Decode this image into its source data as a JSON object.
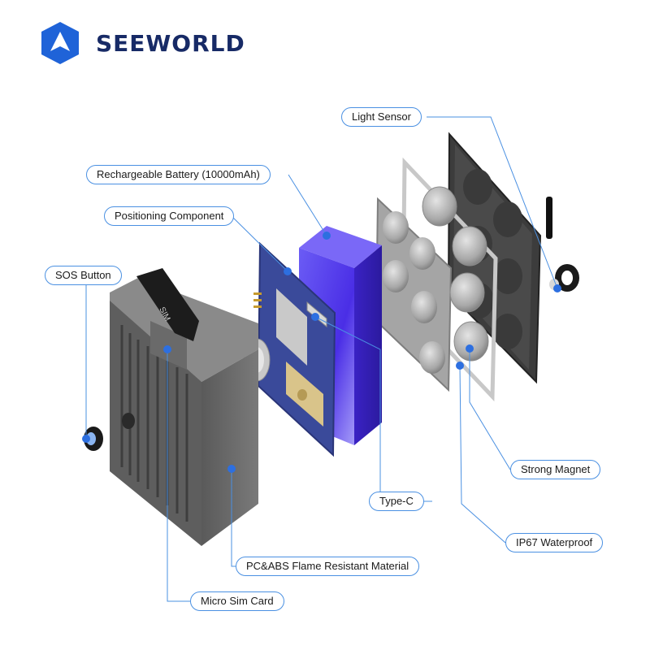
{
  "brand": {
    "name": "SEEWORLD",
    "logo_icon": "triangle-arrow-hexagon-icon",
    "logo_color": "#1f63d8",
    "text_color": "#172a66"
  },
  "accent_color": "#4a90e2",
  "labels": {
    "light_sensor": "Light Sensor",
    "battery": "Rechargeable Battery (10000mAh)",
    "positioning": "Positioning Component",
    "sos": "SOS Button",
    "magnet": "Strong Magnet",
    "typec": "Type-C",
    "waterproof": "IP67 Waterproof",
    "material": "PC&ABS Flame Resistant Material",
    "simcard": "Micro Sim Card"
  },
  "product": {
    "sim_cover_text": "SIM",
    "battery_color": "#5b3cf0"
  }
}
